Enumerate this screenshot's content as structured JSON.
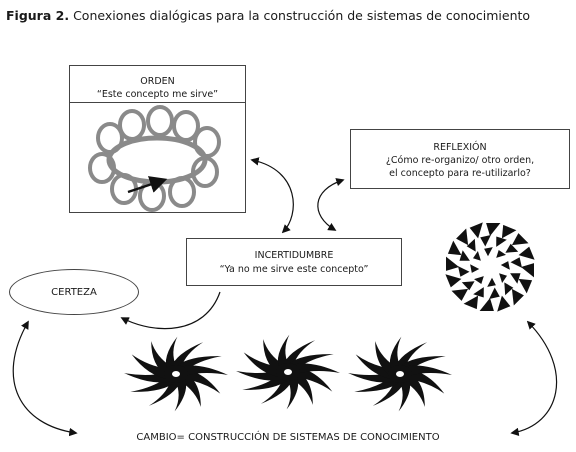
{
  "caption": {
    "label": "Figura 2.",
    "text": "Conexiones dialógicas  para la  construcción de sistemas  de conocimiento"
  },
  "orden": {
    "title": "ORDEN",
    "quote": "“Este concepto me sirve”"
  },
  "reflexion": {
    "title": "REFLEXIÓN",
    "line1": "¿Cómo re-organizo/ otro orden,",
    "line2": "el concepto para re-utilizarlo?"
  },
  "incertidumbre": {
    "title": "INCERTIDUMBRE",
    "quote": "“Ya no me sirve este concepto”"
  },
  "certeza": {
    "label": "CERTEZA"
  },
  "cambio": {
    "label": "CAMBIO= CONSTRUCCIÓN DE SISTEMAS DE CONOCIMIENTO"
  },
  "colors": {
    "stroke": "#444444",
    "ink": "#111111",
    "knot": "#8a8a8a"
  }
}
